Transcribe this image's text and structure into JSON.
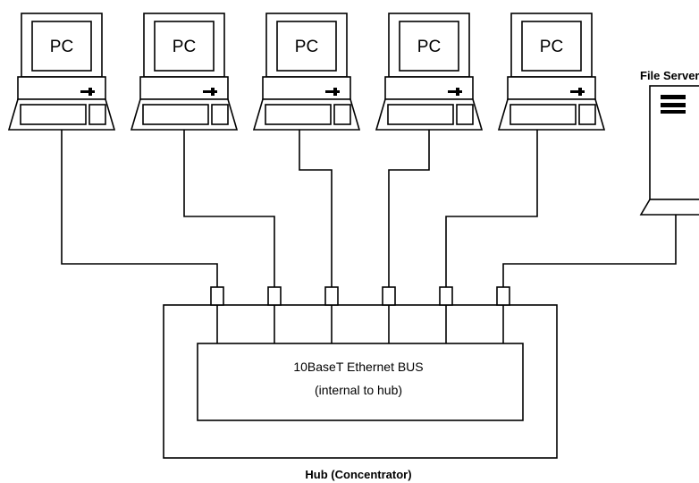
{
  "computers": [
    {
      "label": "PC"
    },
    {
      "label": "PC"
    },
    {
      "label": "PC"
    },
    {
      "label": "PC"
    },
    {
      "label": "PC"
    }
  ],
  "file_server": {
    "label": "File Server"
  },
  "hub": {
    "label": "Hub (Concentrator)",
    "bus_line1": "10BaseT Ethernet BUS",
    "bus_line2": "(internal to hub)"
  },
  "ports": 6
}
